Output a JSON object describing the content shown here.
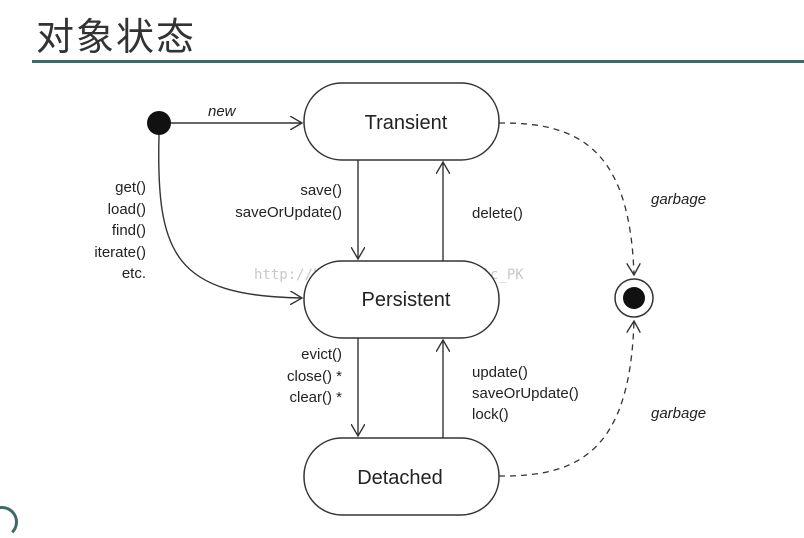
{
  "title": "对象状态",
  "colors": {
    "rule": "#3e6b66",
    "stroke": "#333333",
    "text": "#222222",
    "watermark": "#c8c8c8"
  },
  "states": {
    "transient": "Transient",
    "persistent": "Persistent",
    "detached": "Detached"
  },
  "edges": {
    "new": "new",
    "initial_to_persistent": [
      "get()",
      "load()",
      "find()",
      "iterate()",
      "etc."
    ],
    "transient_to_persistent": [
      "save()",
      "saveOrUpdate()"
    ],
    "persistent_to_transient": [
      "delete()"
    ],
    "persistent_to_detached": [
      "evict()",
      "close() *",
      "clear() *"
    ],
    "detached_to_persistent": [
      "update()",
      "saveOrUpdate()",
      "lock()"
    ],
    "garbage_top": "garbage",
    "garbage_bottom": "garbage"
  },
  "watermark": "http://blog.csdn.net/romantic_PK"
}
